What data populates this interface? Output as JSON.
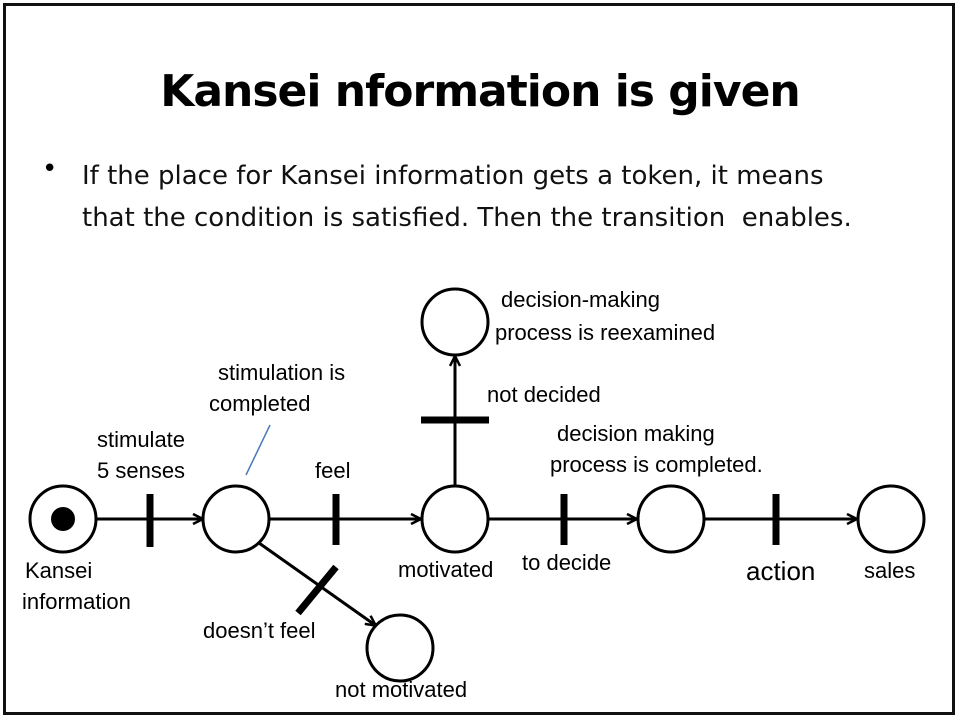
{
  "slide": {
    "title": "Kansei nformation is given",
    "bullet_lines": [
      "If the place for Kansei information gets a token, it means",
      "that the condition is satisfied. Then the transition  enables."
    ]
  },
  "diagram": {
    "labels": {
      "kansei_1": "Kansei",
      "kansei_2": "information",
      "stimulate_1": "stimulate",
      "stimulate_2": "5 senses",
      "stim_completed_1": "stimulation is",
      "stim_completed_2": "completed",
      "feel": "feel",
      "doesnt_feel": "doesn’t feel",
      "not_motivated": "not motivated",
      "motivated": "motivated",
      "not_decided": "not decided",
      "reexamined_1": "decision-making",
      "reexamined_2": "process is reexamined",
      "to_decide": "to decide",
      "dm_completed_1": "decision making",
      "dm_completed_2": "process is completed.",
      "action": "action",
      "sales": "sales"
    }
  }
}
